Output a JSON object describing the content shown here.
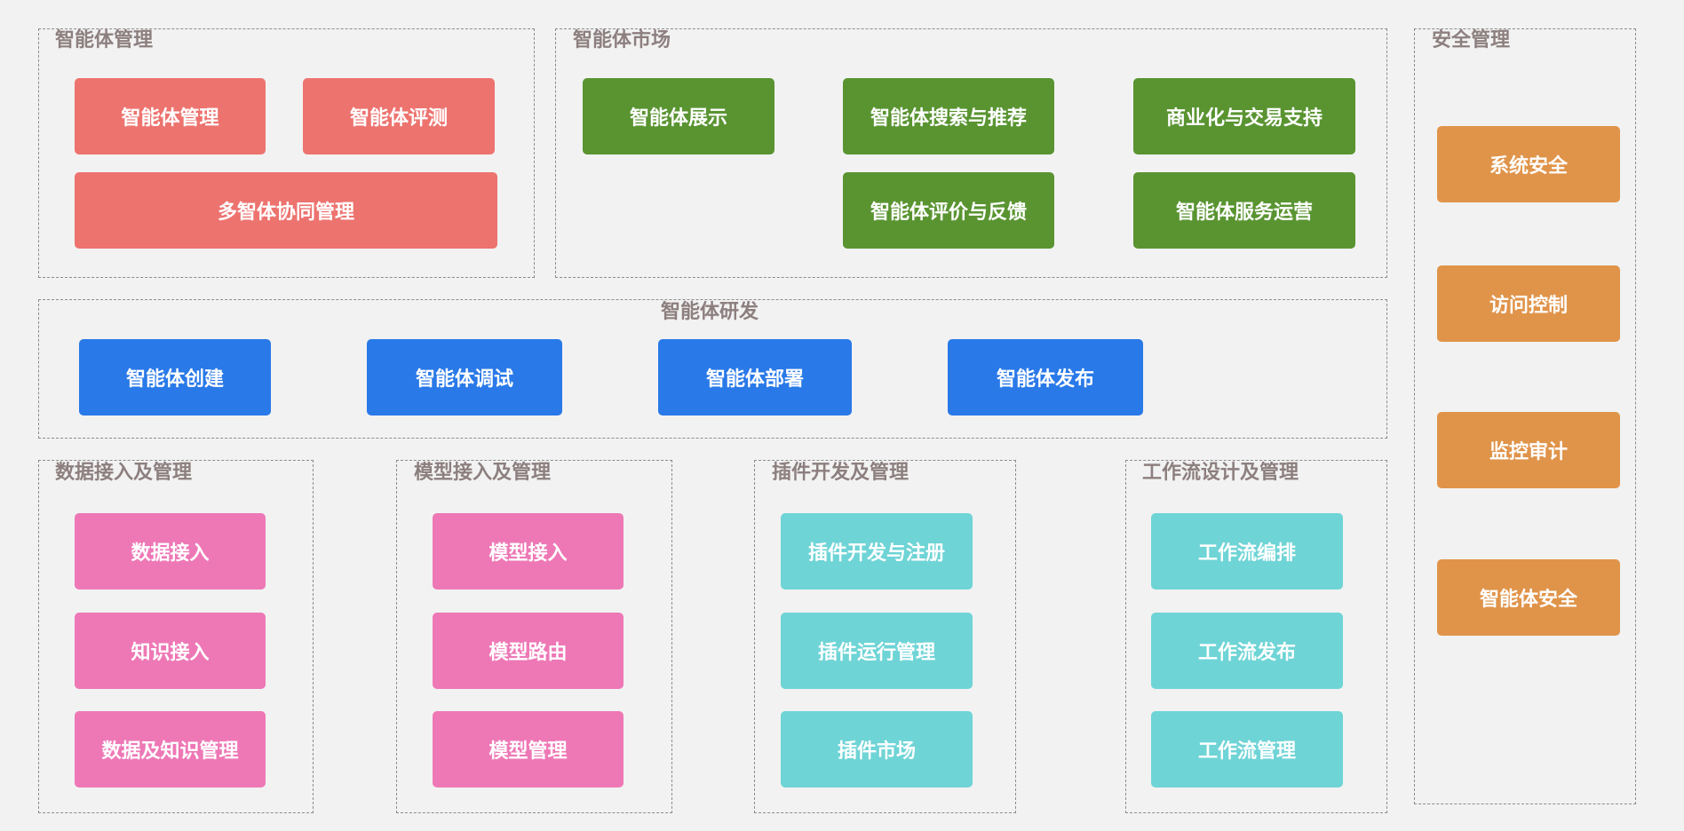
{
  "colors": {
    "background": "#f2f2f2",
    "border": "#8c8c8c",
    "group_title": "#8d7f7f",
    "red": "#ed736f",
    "green": "#599431",
    "blue": "#2979e8",
    "pink": "#ee78b6",
    "cyan": "#6fd4d6",
    "orange": "#e0944a"
  },
  "groups": {
    "agent_mgmt": {
      "title": "智能体管理",
      "items": [
        "智能体管理",
        "智能体评测",
        "多智体协同管理"
      ]
    },
    "agent_market": {
      "title": "智能体市场",
      "items": [
        "智能体展示",
        "智能体搜索与推荐",
        "商业化与交易支持",
        "智能体评价与反馈",
        "智能体服务运营"
      ]
    },
    "security": {
      "title": "安全管理",
      "items": [
        "系统安全",
        "访问控制",
        "监控审计",
        "智能体安全"
      ]
    },
    "agent_dev": {
      "title": "智能体研发",
      "items": [
        "智能体创建",
        "智能体调试",
        "智能体部署",
        "智能体发布"
      ]
    },
    "data": {
      "title": "数据接入及管理",
      "items": [
        "数据接入",
        "知识接入",
        "数据及知识管理"
      ]
    },
    "model": {
      "title": "模型接入及管理",
      "items": [
        "模型接入",
        "模型路由",
        "模型管理"
      ]
    },
    "plugin": {
      "title": "插件开发及管理",
      "items": [
        "插件开发与注册",
        "插件运行管理",
        "插件市场"
      ]
    },
    "workflow": {
      "title": "工作流设计及管理",
      "items": [
        "工作流编排",
        "工作流发布",
        "工作流管理"
      ]
    }
  }
}
